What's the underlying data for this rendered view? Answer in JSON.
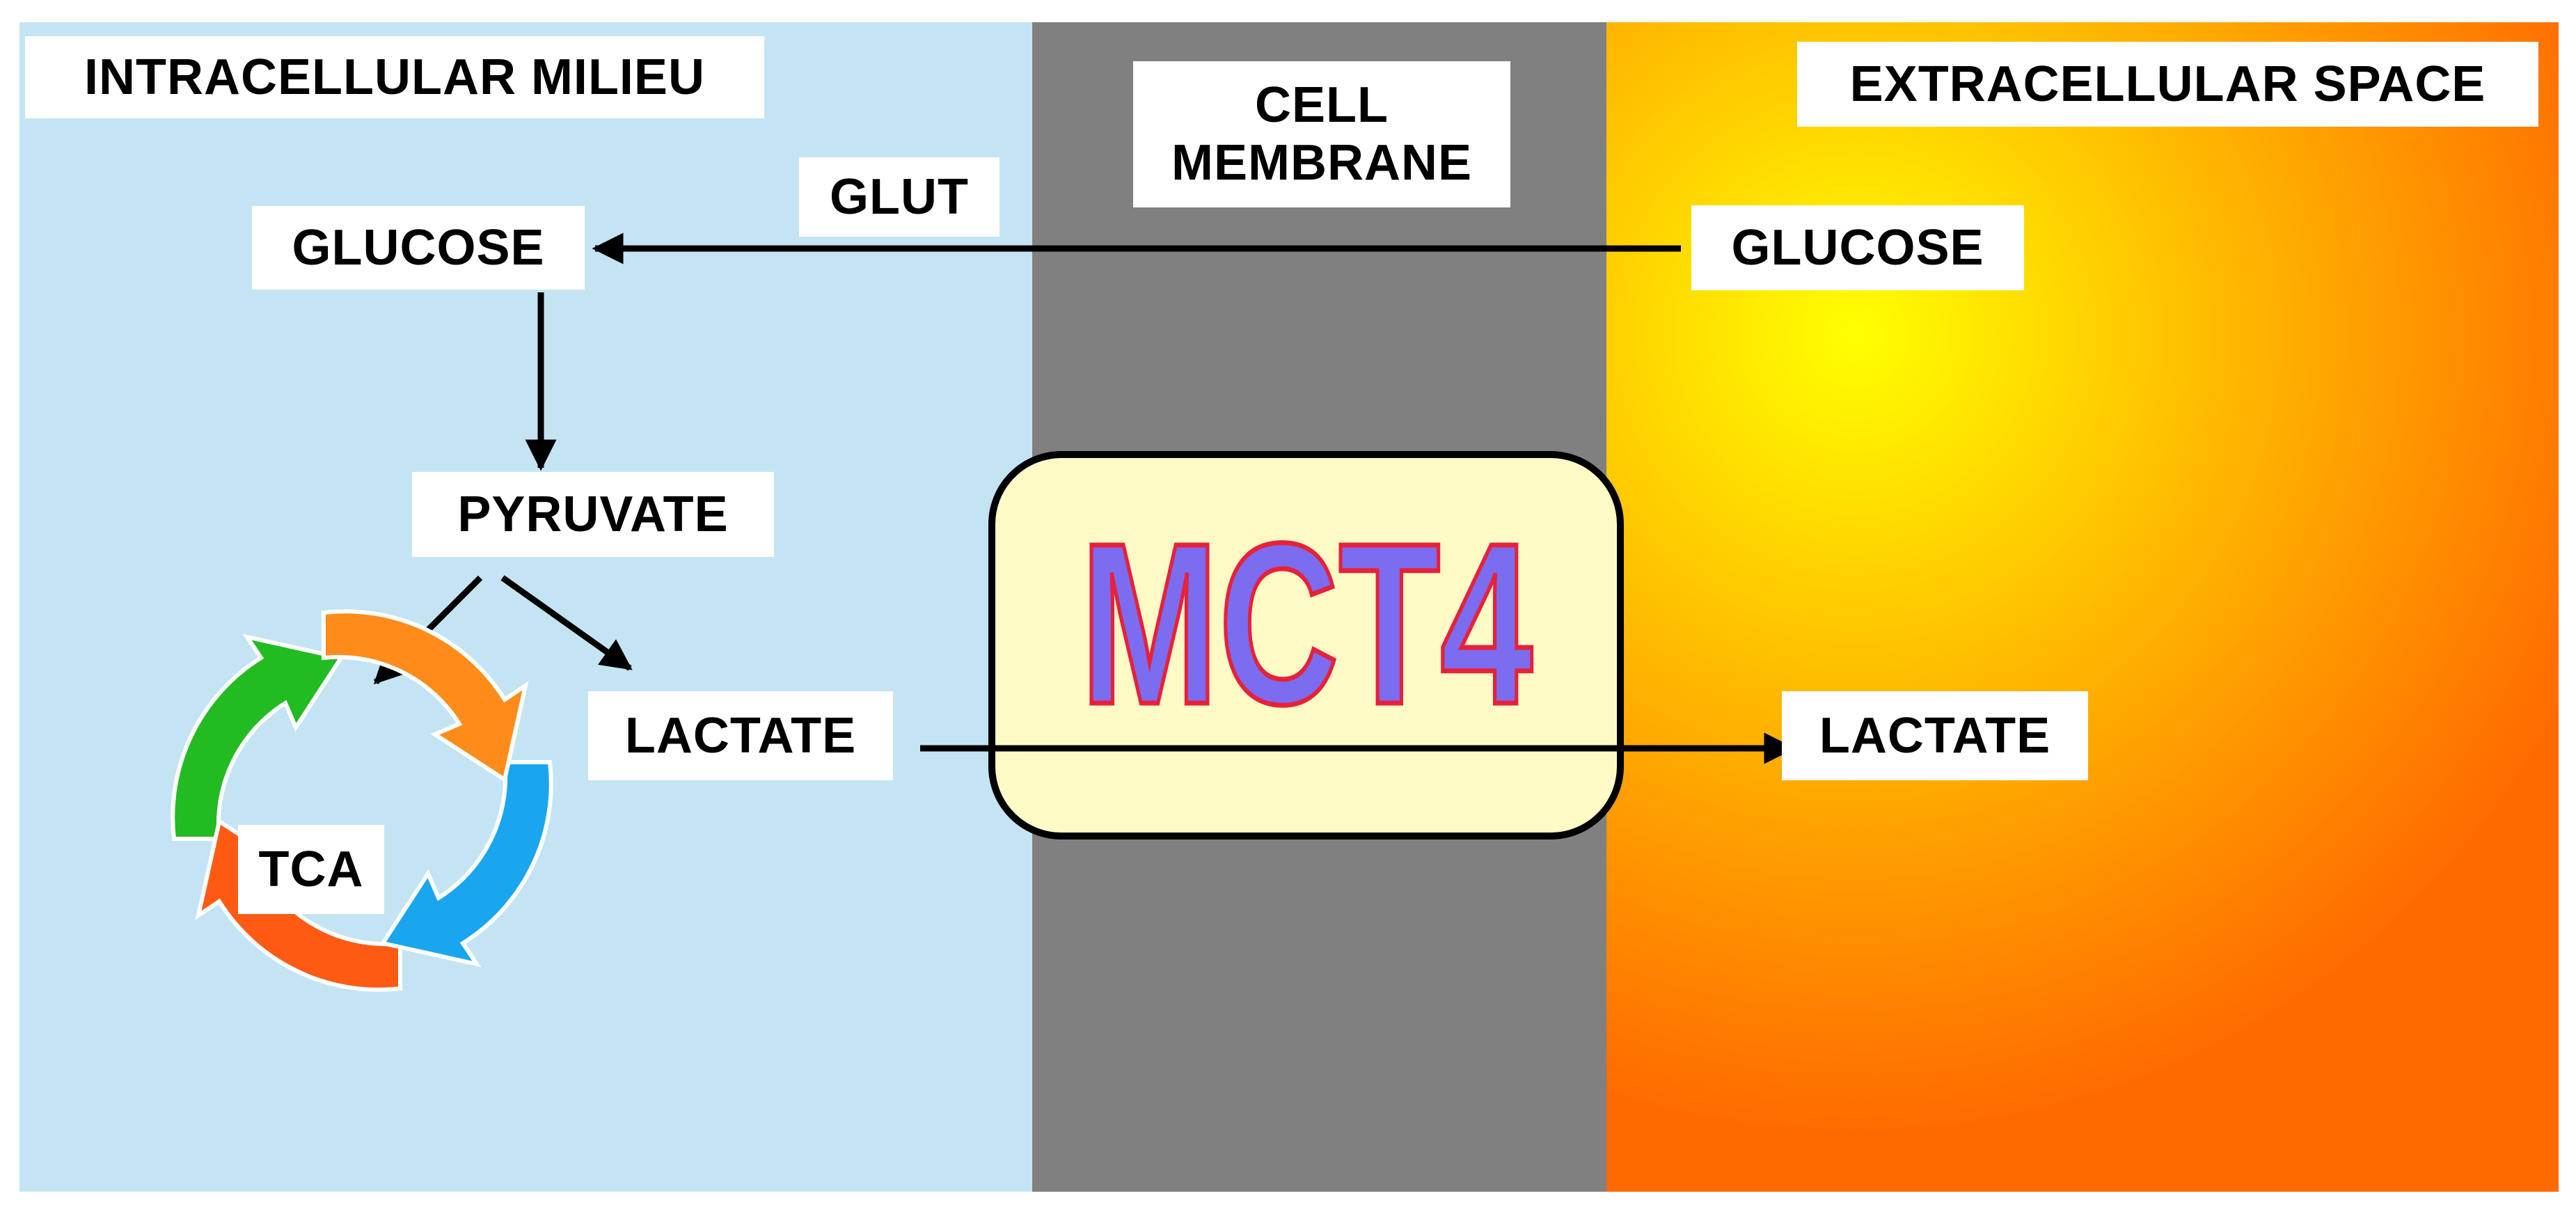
{
  "regions": {
    "intracellular": {
      "title": "INTRACELLULAR MILIEU",
      "color": "#c5e4f3"
    },
    "membrane": {
      "title_line1": "CELL",
      "title_line2": "MEMBRANE",
      "color": "#808080"
    },
    "extracellular": {
      "title": "EXTRACELLULAR SPACE",
      "gradient_center": "#ffff00",
      "gradient_edge": "#ff6a00"
    }
  },
  "labels": {
    "glut": "GLUT",
    "glucose_in": "GLUCOSE",
    "glucose_out": "GLUCOSE",
    "pyruvate": "PYRUVATE",
    "lactate_in": "LACTATE",
    "lactate_out": "LACTATE",
    "tca": "TCA"
  },
  "transporter": {
    "name": "MCT4",
    "box_color": "#fdfac6",
    "text_fill": "#7b6cf0",
    "text_stroke": "#e8203a"
  },
  "tca_cycle_colors": {
    "top": "#22bb22",
    "left": "#ff5a14",
    "bottom": "#1aa6ee",
    "right": "#ff8c1a"
  }
}
